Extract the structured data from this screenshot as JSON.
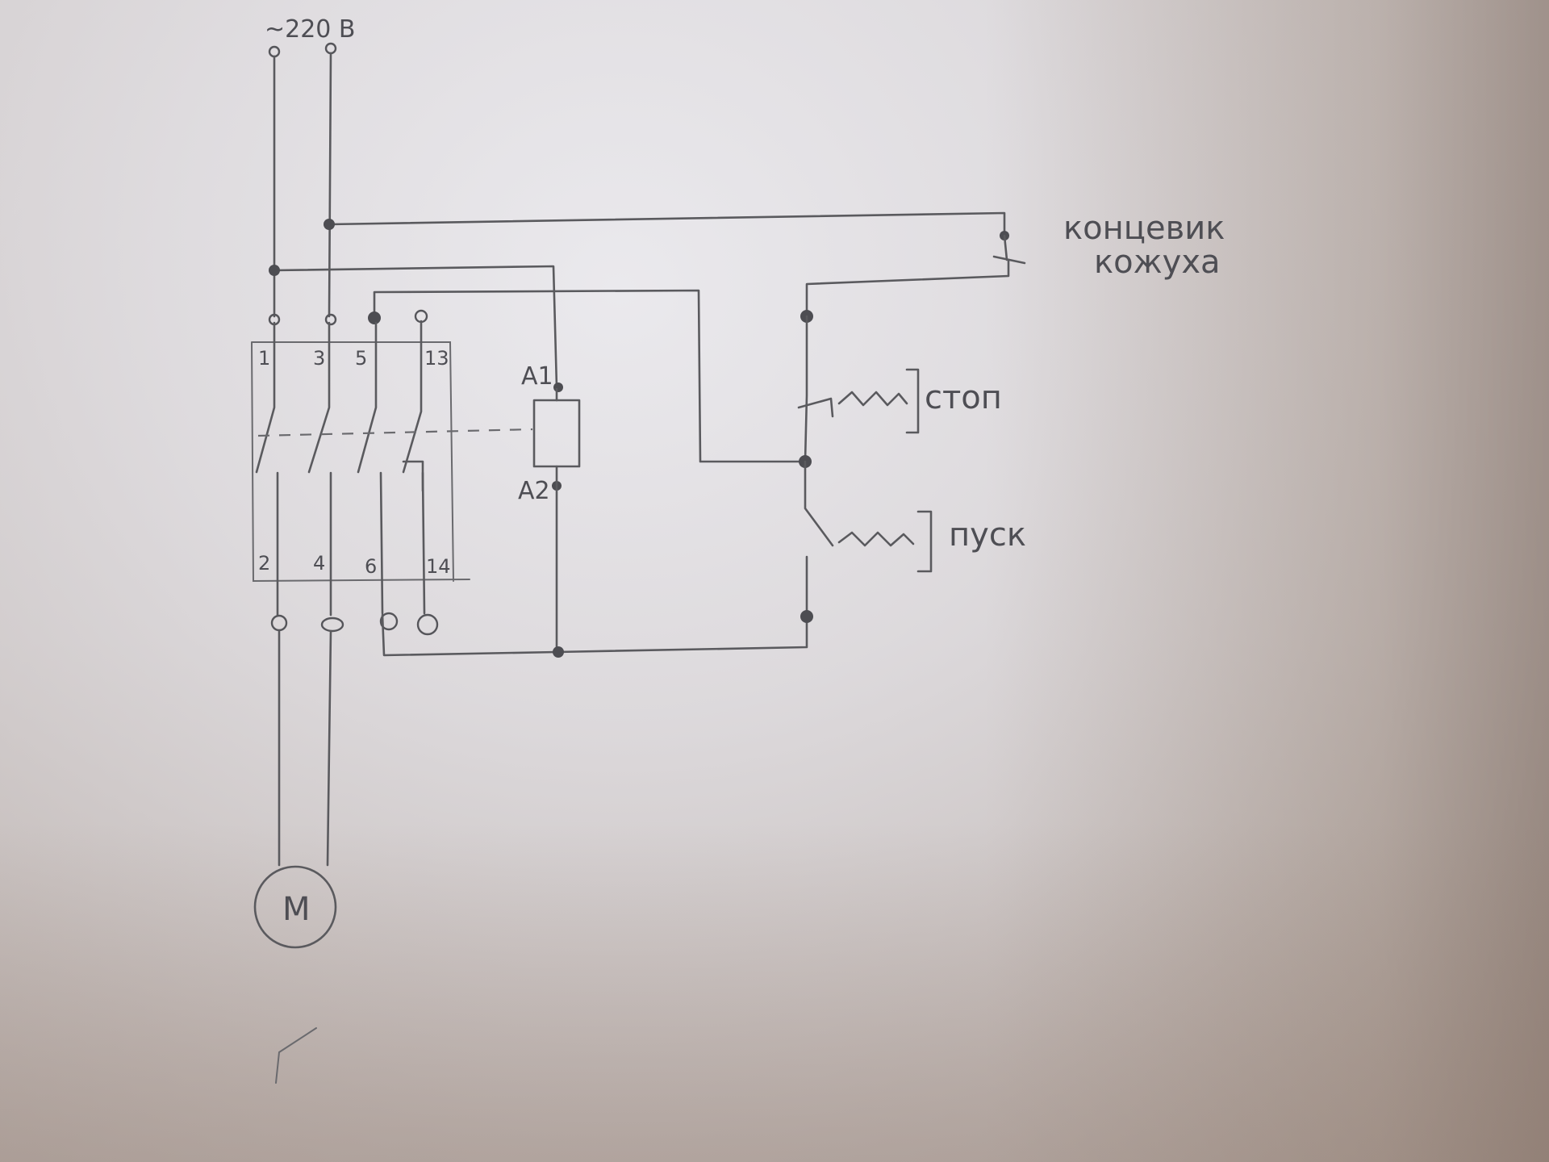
{
  "supply": {
    "label": "~220 В"
  },
  "contactor": {
    "terminals_top": [
      "1",
      "3",
      "5",
      "13"
    ],
    "terminals_bottom": [
      "2",
      "4",
      "6",
      "14"
    ],
    "coil_top": "A1",
    "coil_bottom": "A2"
  },
  "controls": {
    "limit_switch_line1": "концевик",
    "limit_switch_line2": "кожуха",
    "stop_label": "стоп",
    "start_label": "пуск"
  },
  "motor": {
    "label": "М"
  },
  "colors": {
    "pencil": "#5a5a5e",
    "paper": "#dedbde"
  }
}
